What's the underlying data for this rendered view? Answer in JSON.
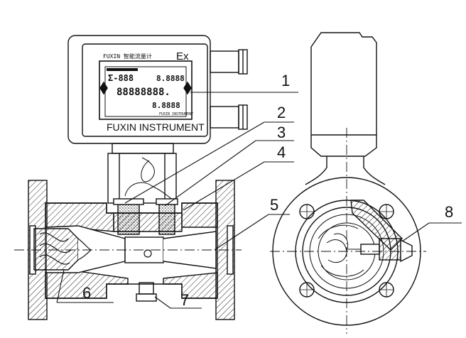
{
  "display": {
    "brand_small": "FUXIN 智能流量计",
    "ex_mark": "Ex",
    "lcd_row1_left": "Σ-888",
    "lcd_row1_right": "8.8888",
    "lcd_row2": "88888888.",
    "lcd_row3": "8.8888",
    "lcd_footer": "FUXIN INSTRUMENT",
    "nameplate": "FUXIN INSTRUMENT"
  },
  "callouts": [
    "1",
    "2",
    "3",
    "4",
    "5",
    "6",
    "7",
    "8"
  ]
}
